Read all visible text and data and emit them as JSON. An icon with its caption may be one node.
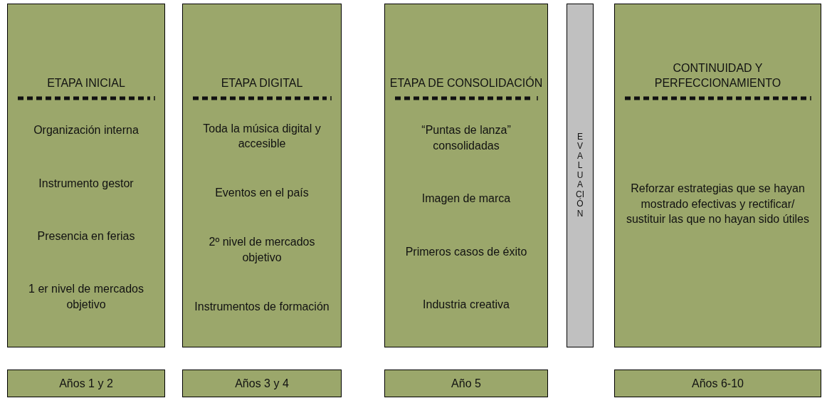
{
  "diagram": {
    "nodes": [
      {
        "text": [
          "ETAPA INICIAL",
          "Organización interna",
          "Instrumento gestor",
          "Presencia en ferias",
          "1 er nivel de mercados objetivo"
        ]
      },
      {
        "text": [
          "ETAPA DIGITAL",
          "Toda la música digital y accesible",
          "Eventos en el país",
          "2º nivel de mercados objetivo",
          "Instrumentos de formación"
        ]
      },
      {
        "text": [
          "ETAPA DE CONSOLIDACIÓN",
          "“Puntas de lanza” consolidadas",
          "Imagen de marca",
          "Primeros casos de éxito",
          "Industria creativa"
        ]
      },
      {
        "text": [
          "EVALUACIÓN"
        ]
      },
      {
        "text": [
          "CONTINUIDAD Y PERFECCIONAMIENTO",
          "Reforzar estrategias que se hayan mostrado efectivas y rectificar/ sustituir las que no hayan sido útiles"
        ]
      },
      {
        "text": [
          "Años 1 y 2"
        ]
      },
      {
        "text": [
          "Años 3 y 4"
        ]
      },
      {
        "text": [
          "Año 5"
        ]
      },
      {
        "text": [
          "Años 6-10"
        ]
      }
    ]
  }
}
